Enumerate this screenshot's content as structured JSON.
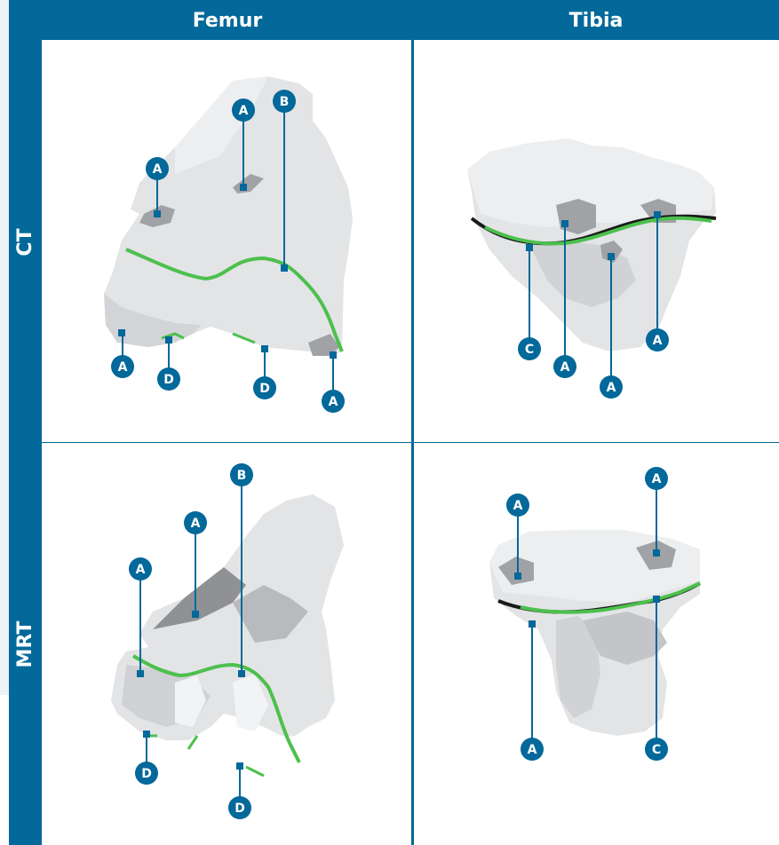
{
  "columns": [
    "Femur",
    "Tibia"
  ],
  "rows": [
    "CT",
    "MRT"
  ],
  "colors": {
    "header": "#03689a",
    "bone": "#e3e4e6",
    "bone_shadow": "#b9bbbe",
    "marked_region": "#a0a2a5",
    "contour_green": "#4cc04c",
    "contour_black": "#1a1a1a",
    "callout_fill": "#03689a"
  },
  "callouts": {
    "ct_femur": [
      "A",
      "B",
      "A",
      "A",
      "D",
      "D",
      "A"
    ],
    "ct_tibia": [
      "C",
      "A",
      "A",
      "A"
    ],
    "mrt_femur": [
      "B",
      "A",
      "A",
      "D",
      "D"
    ],
    "mrt_tibia": [
      "A",
      "A",
      "A",
      "C"
    ]
  }
}
